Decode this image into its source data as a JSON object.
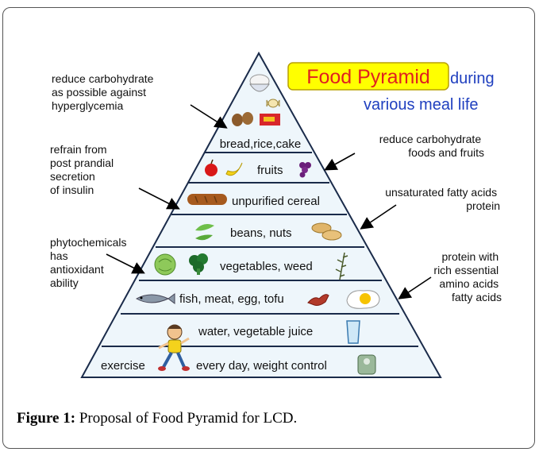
{
  "title": {
    "main": "Food Pyramid",
    "during": "during",
    "subtitle": "various meal life"
  },
  "tiers": [
    {
      "label": "bread,rice,cake"
    },
    {
      "label": "fruits"
    },
    {
      "label": "unpurified cereal"
    },
    {
      "label": "beans, nuts"
    },
    {
      "label": "vegetables, weed"
    },
    {
      "label": "fish, meat, egg, tofu"
    },
    {
      "label": "water, vegetable juice"
    },
    {
      "label": "exercise",
      "label2": "every day, weight control"
    }
  ],
  "notes_left": [
    {
      "lines": [
        "reduce carbohydrate",
        "as possible against",
        "hyperglycemia"
      ]
    },
    {
      "lines": [
        "refrain from",
        "post prandial",
        "secretion",
        "of insulin"
      ]
    },
    {
      "lines": [
        "phytochemicals",
        "has",
        "antioxidant",
        "ability"
      ]
    }
  ],
  "notes_right": [
    {
      "lines": [
        "reduce carbohydrate",
        "foods and fruits"
      ]
    },
    {
      "lines": [
        "unsaturated fatty acids",
        "protein"
      ]
    },
    {
      "lines": [
        "protein with",
        "rich essential",
        "amino acids",
        "fatty acids"
      ]
    }
  ],
  "caption": {
    "prefix": "Figure 1:",
    "text": " Proposal of Food Pyramid for LCD."
  },
  "colors": {
    "title_box": "#ffff00",
    "title_text": "#e02020",
    "subtitle_text": "#1f3fbf",
    "pyramid_fill": "#eef6fb",
    "pyramid_line": "#1a2b4a"
  },
  "icons": [
    "rice-bowl-icon",
    "candy-icon",
    "potato-icon",
    "cake-icon",
    "apple-icon",
    "banana-icon",
    "grapes-icon",
    "bread-icon",
    "bean-pod-icon",
    "peanut-icon",
    "cabbage-icon",
    "broccoli-icon",
    "weed-icon",
    "fish-icon",
    "bacon-icon",
    "fried-egg-icon",
    "water-glass-icon",
    "running-boy-icon",
    "weight-scale-icon"
  ]
}
